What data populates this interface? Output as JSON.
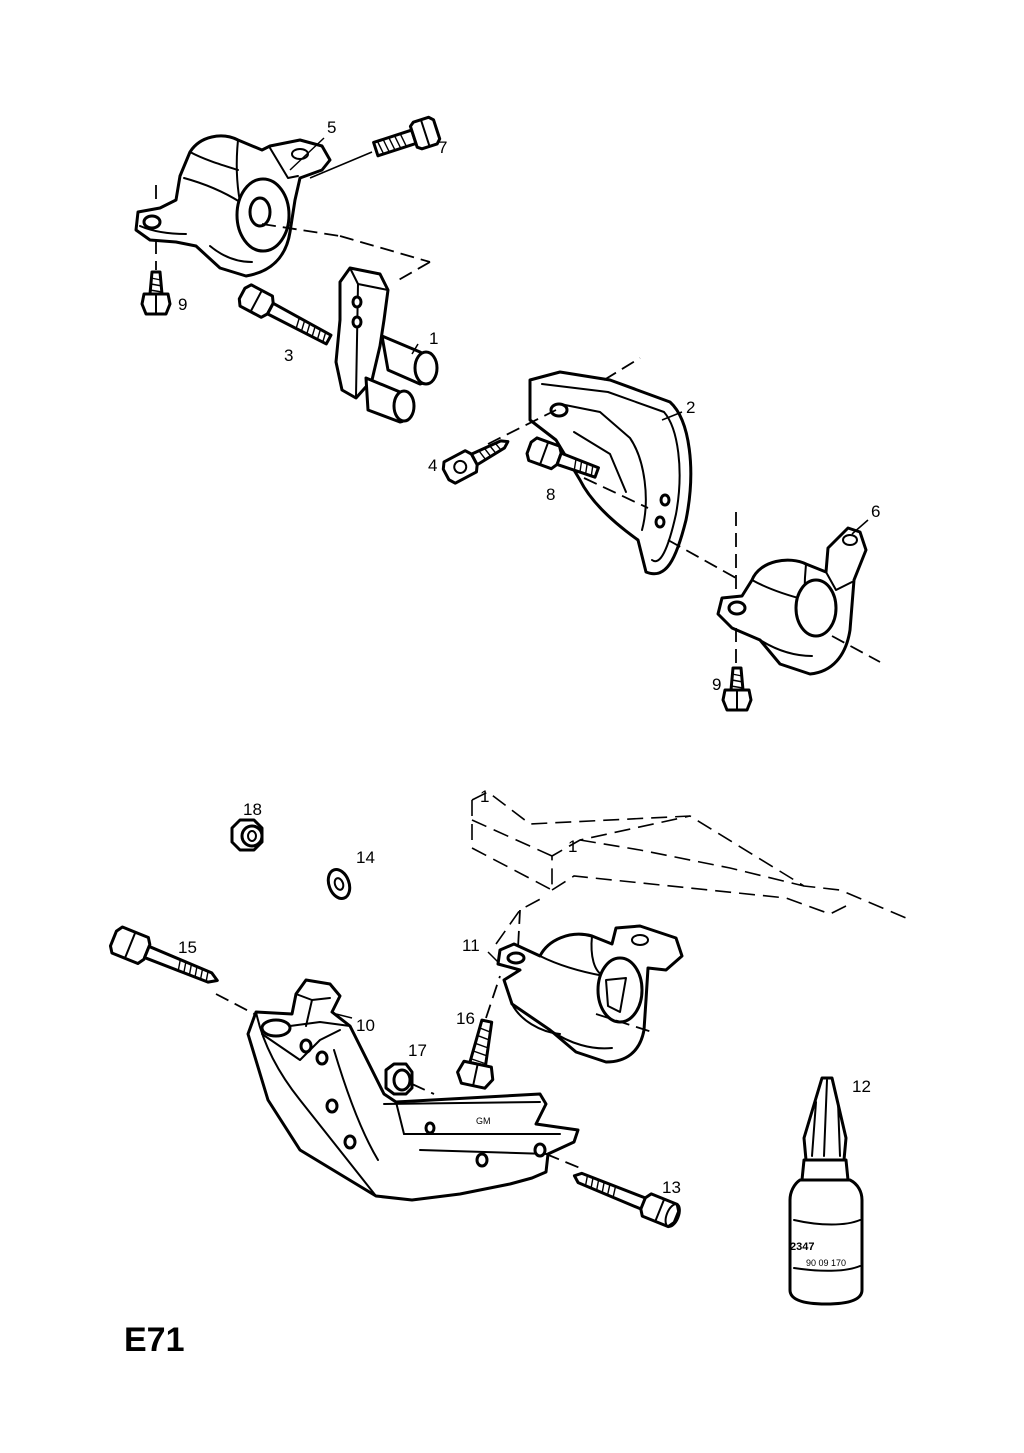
{
  "sheet_code": "E71",
  "callouts": {
    "c1": "1",
    "c2": "2",
    "c3": "3",
    "c4": "4",
    "c5": "5",
    "c6": "6",
    "c7": "7",
    "c8": "8",
    "c9a": "9",
    "c9b": "9",
    "c10": "10",
    "c11": "11",
    "c12": "12",
    "c13": "13",
    "c14": "14",
    "c15": "15",
    "c16": "16",
    "c17": "17",
    "c18": "18"
  },
  "ghost_labels": {
    "g1": "1",
    "g2": "1"
  },
  "bottle_label": {
    "code": "2347",
    "small": "90 09 170"
  }
}
